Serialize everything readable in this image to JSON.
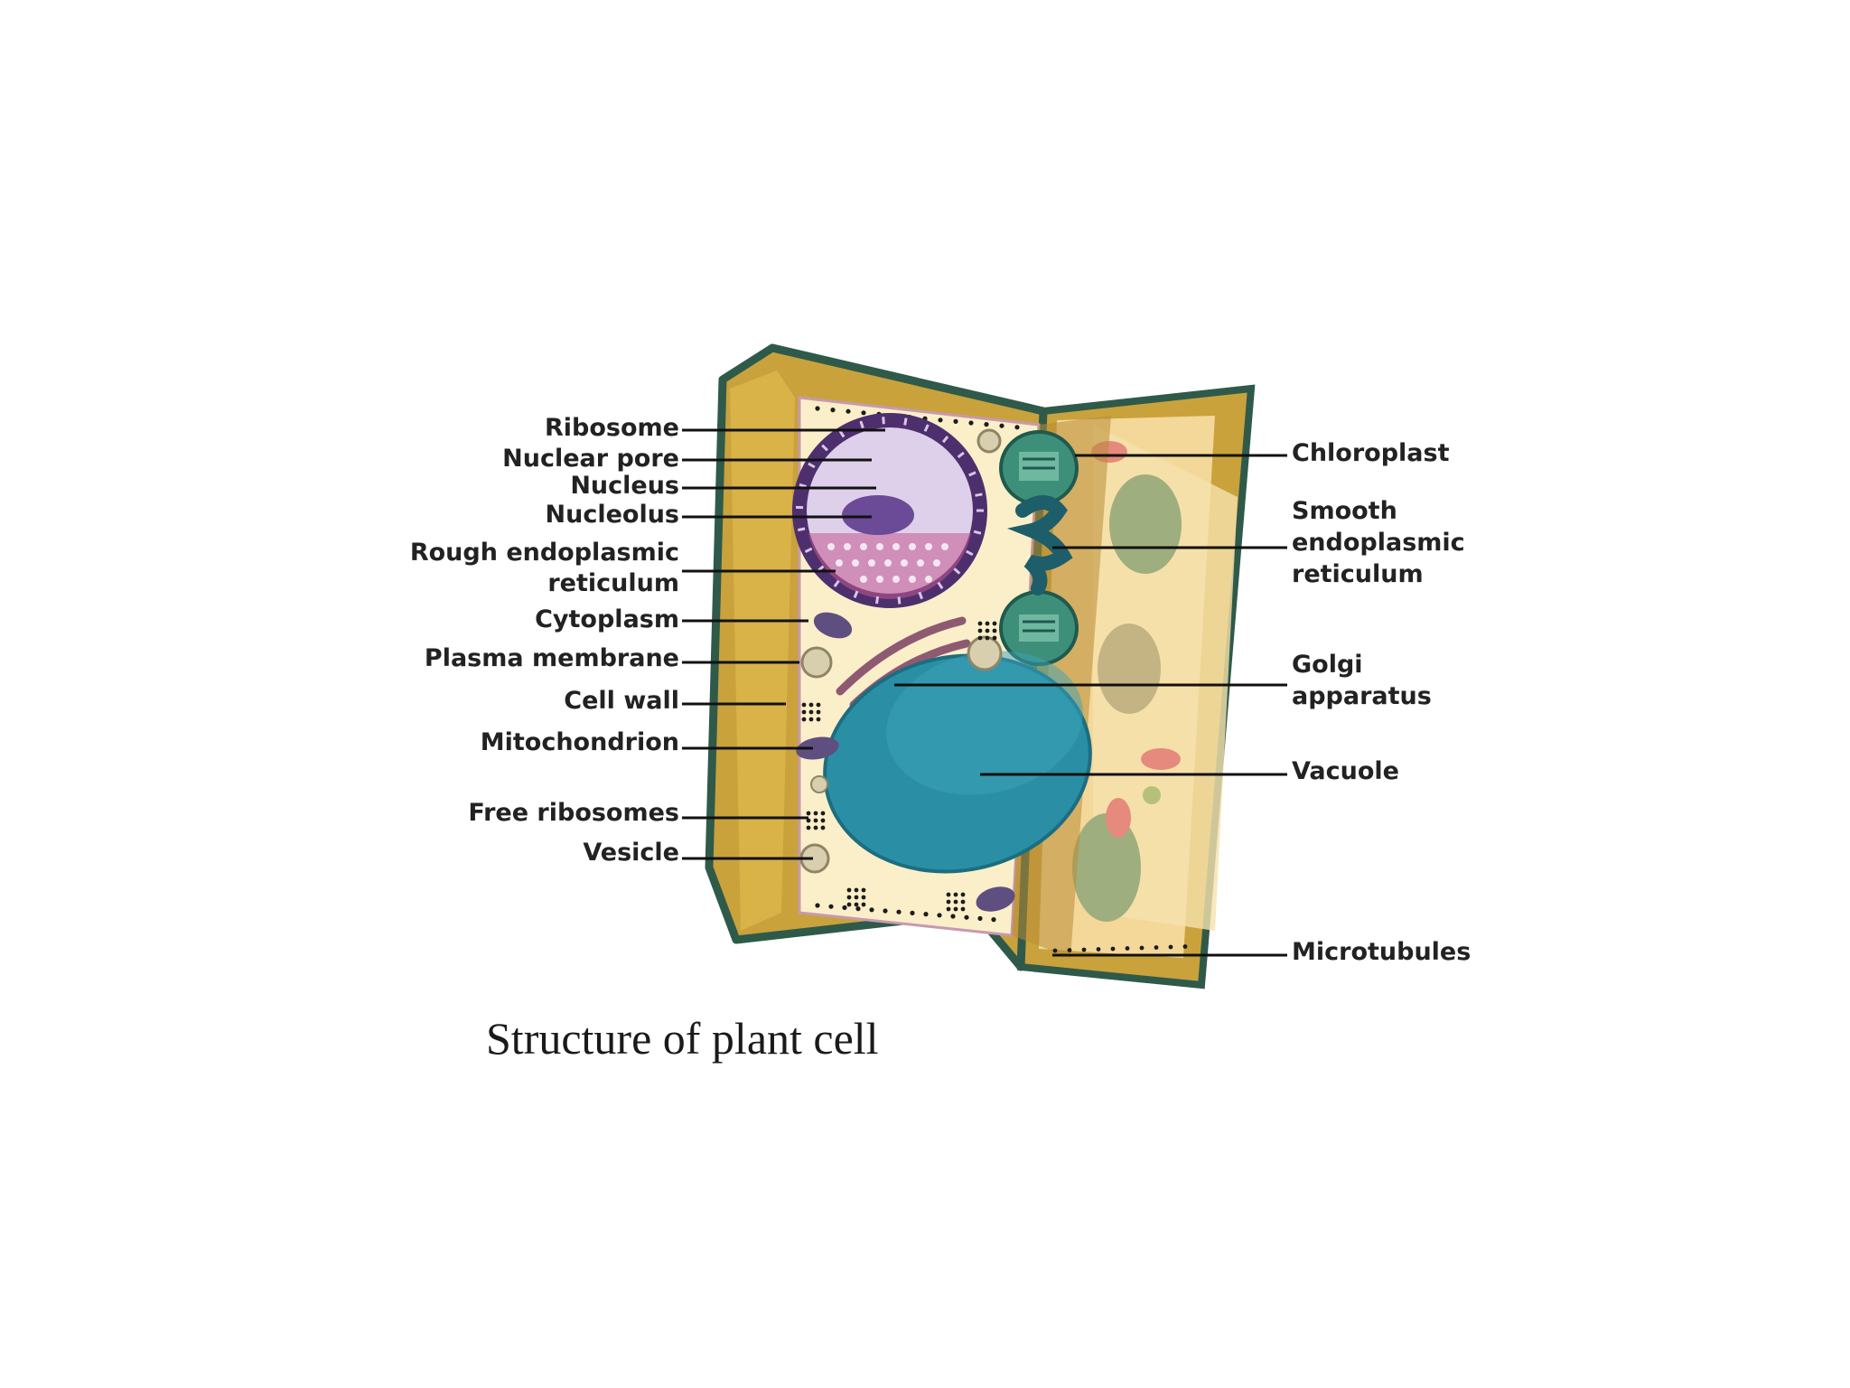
{
  "caption": "Structure of plant cell",
  "labels": {
    "ribosome": "Ribosome",
    "nuclear_pore": "Nuclear pore",
    "nucleus": "Nucleus",
    "nucleolus": "Nucleolus",
    "rough_er_1": "Rough endoplasmic",
    "rough_er_2": "reticulum",
    "cytoplasm": "Cytoplasm",
    "plasma_membrane": "Plasma membrane",
    "cell_wall": "Cell wall",
    "mitochondrion": "Mitochondrion",
    "free_ribosomes": "Free ribosomes",
    "vesicle": "Vesicle",
    "chloroplast": "Chloroplast",
    "smooth_er_1": "Smooth",
    "smooth_er_2": "endoplasmic",
    "smooth_er_3": "reticulum",
    "golgi_1": "Golgi",
    "golgi_2": "apparatus",
    "vacuole": "Vacuole",
    "microtubules": "Microtubules"
  },
  "colors": {
    "cell_wall_outer": "#2f5a4a",
    "cell_wall_fill": "#c8a640",
    "cytoplasm": "#fbefc9",
    "nucleus_envelope": "#5b3b78",
    "nucleus_fill": "#d9c8e6",
    "nucleolus": "#6b4a98",
    "vacuole": "#2a8fa5",
    "chloroplast": "#3e8f7a",
    "smooth_er": "#1e5e6a",
    "golgi": "#8e5a72",
    "mitochondrion": "#5e4f80",
    "side_panel": "#f3d89a",
    "leader_line": "#111111"
  }
}
